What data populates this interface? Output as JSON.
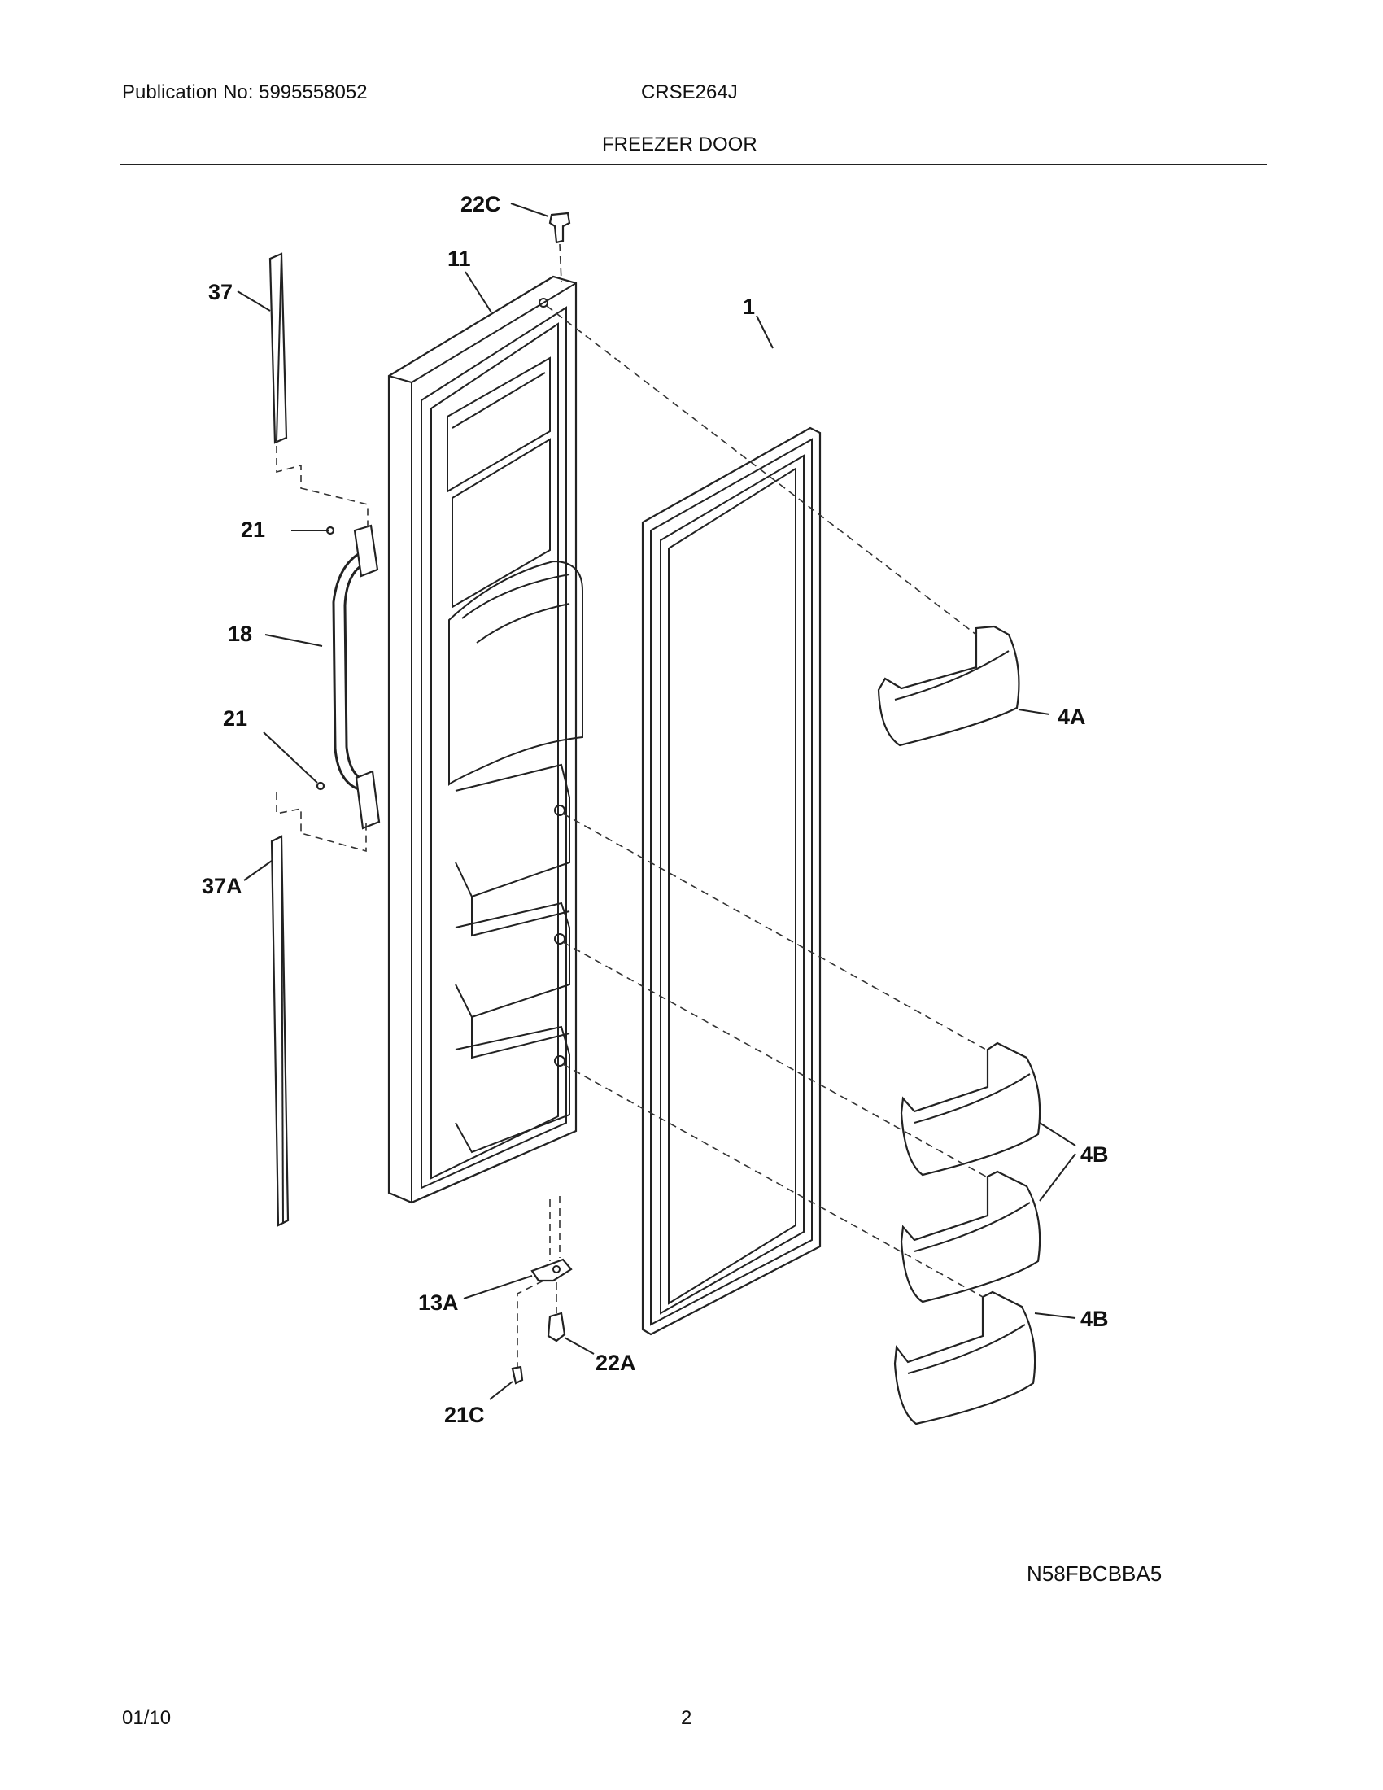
{
  "header": {
    "publication": "Publication No: 5995558052",
    "model": "CRSE264J",
    "section_title": "FREEZER DOOR"
  },
  "callouts": {
    "c22C": "22C",
    "c11": "11",
    "c37": "37",
    "c1": "1",
    "c21_top": "21",
    "c18": "18",
    "c21_bottom": "21",
    "c4A": "4A",
    "c37A": "37A",
    "c4B_upper": "4B",
    "c13A": "13A",
    "c22A": "22A",
    "c4B_lower": "4B",
    "c21C": "21C"
  },
  "diagram_code": "N58FBCBBA5",
  "footer": {
    "date": "01/10",
    "page_number": "2"
  }
}
